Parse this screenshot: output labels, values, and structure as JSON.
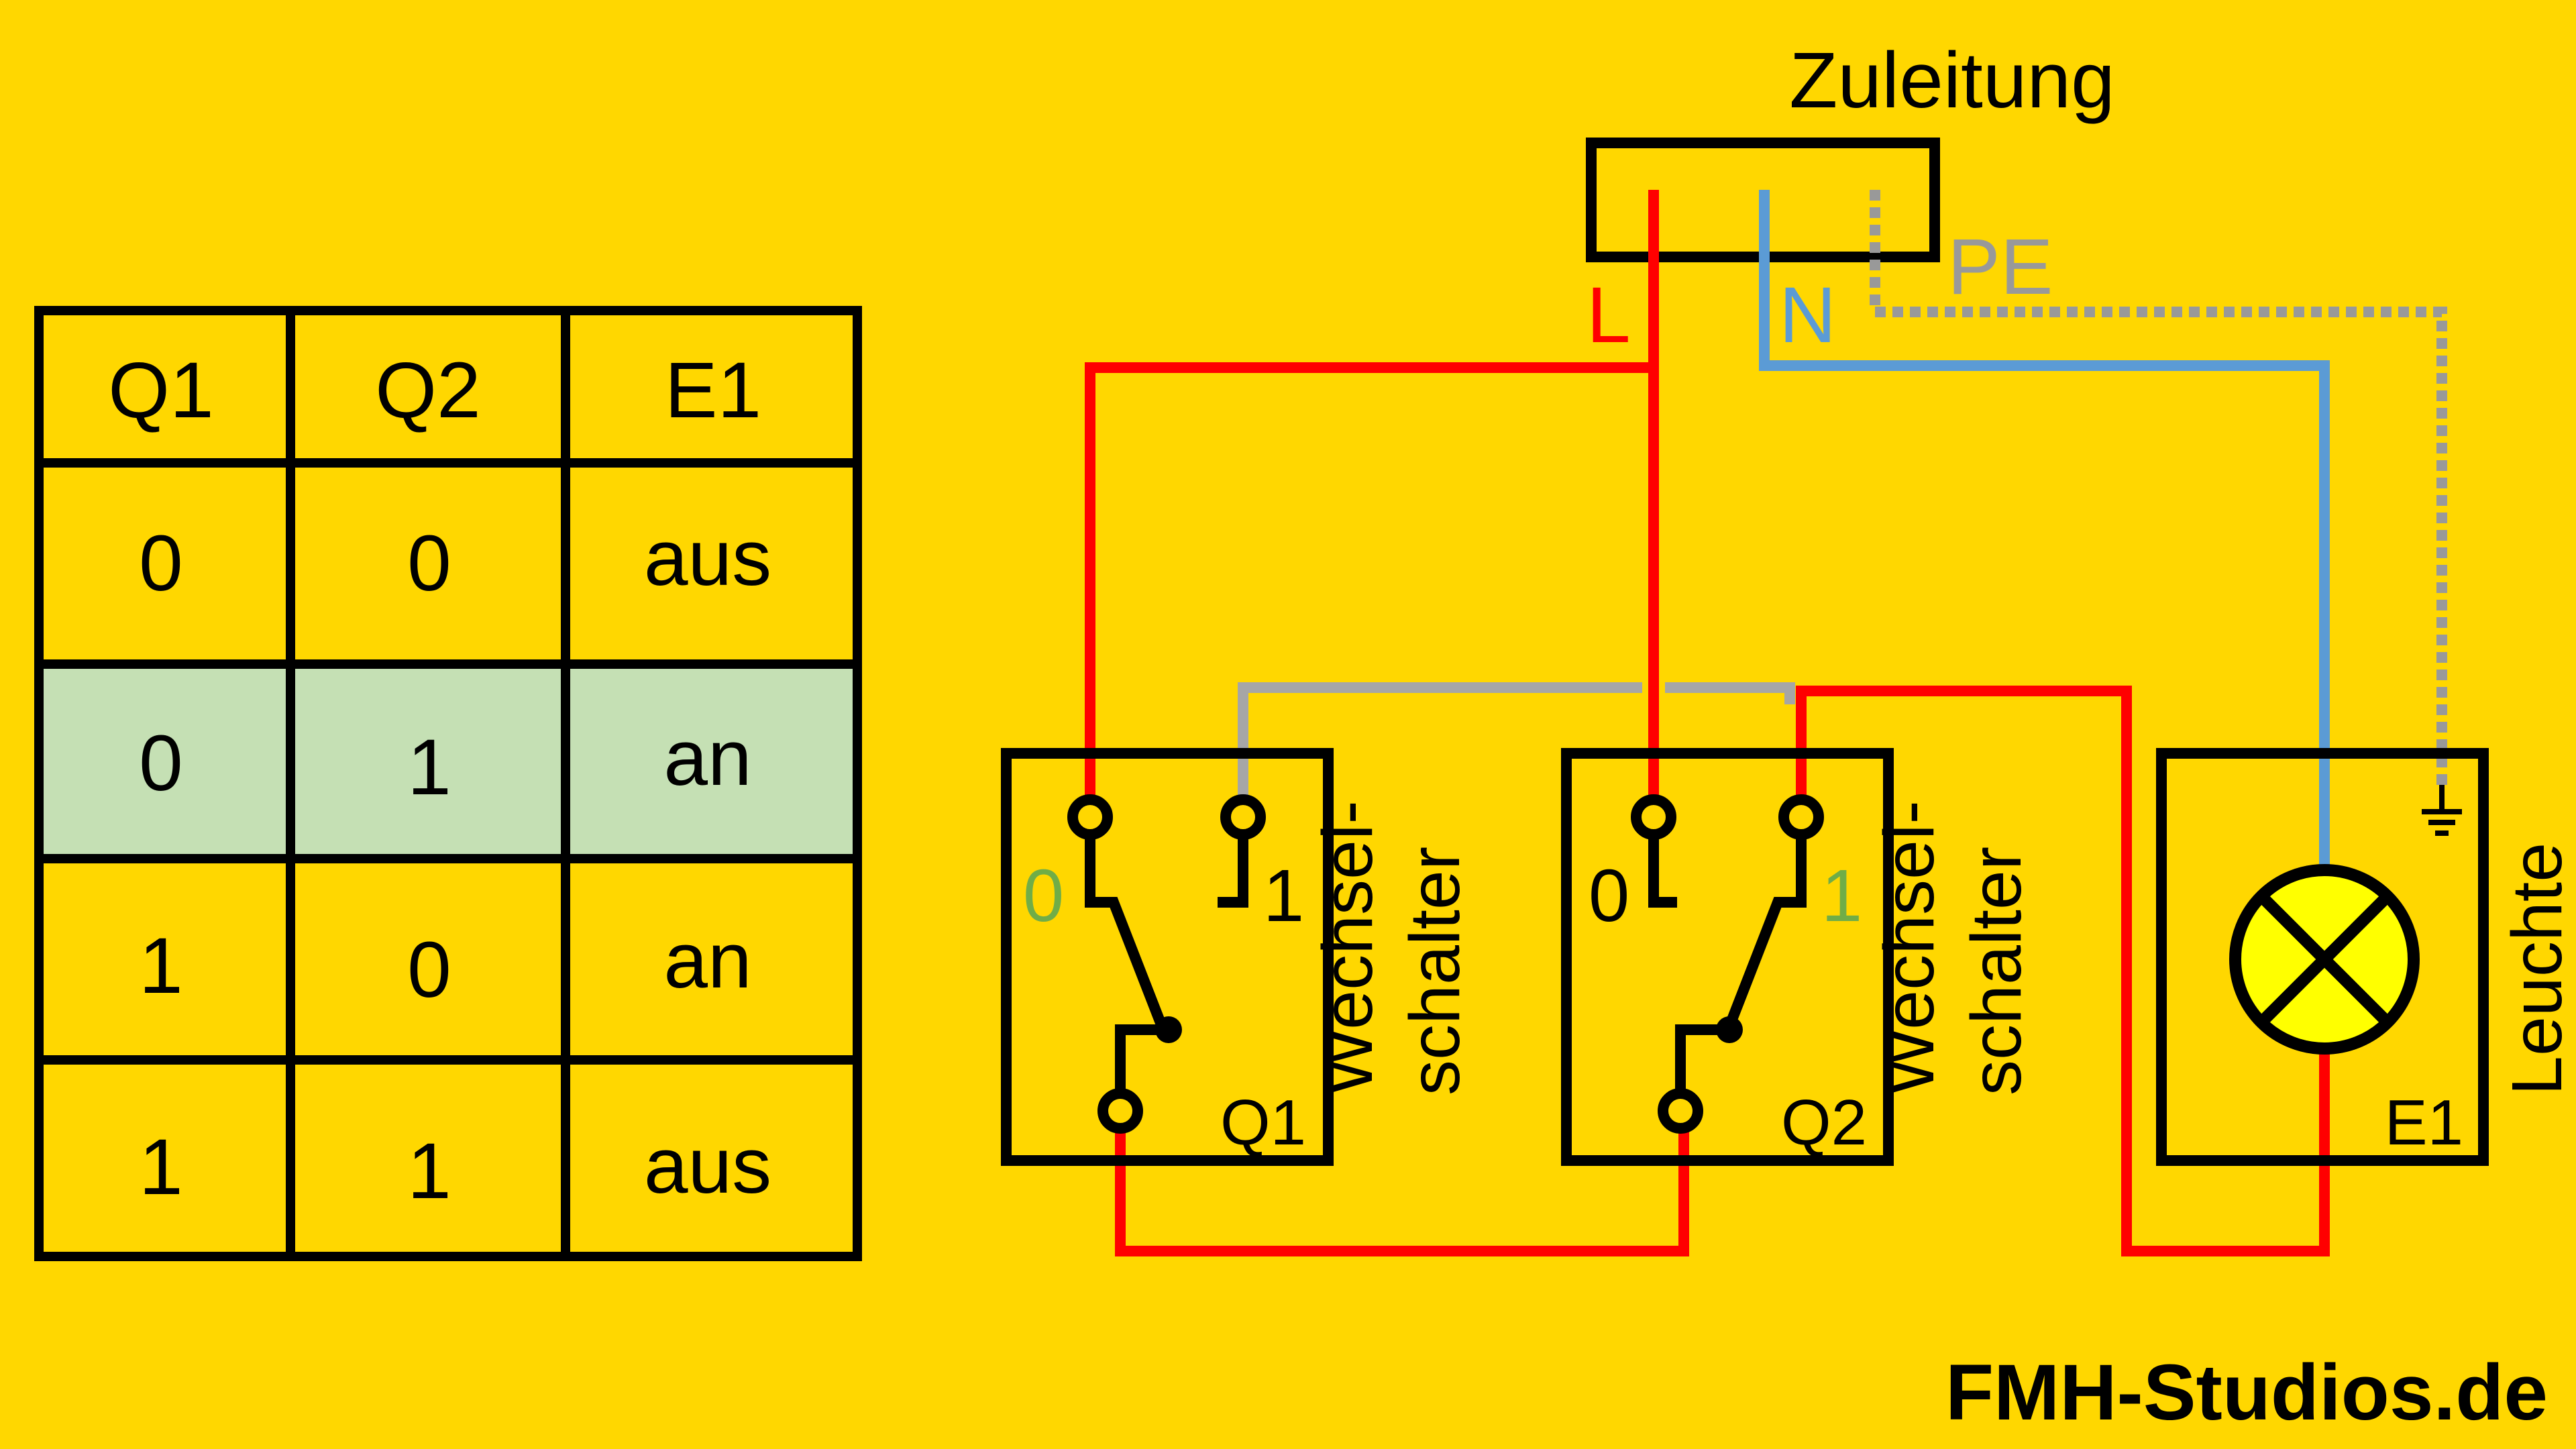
{
  "colors": {
    "background": "#FFD700",
    "line": "#FF0000",
    "neutral": "#5B9BD5",
    "earth": "#999999",
    "traveler": "#A6A6A6",
    "frame": "#000000",
    "highlight_row": "#C5E0B4",
    "green_label": "#70AD47",
    "lamp": "#FFFF00"
  },
  "table": {
    "headers": [
      "Q1",
      "Q2",
      "E1"
    ],
    "rows": [
      [
        "0",
        "0",
        "aus"
      ],
      [
        "0",
        "1",
        "an"
      ],
      [
        "1",
        "0",
        "an"
      ],
      [
        "1",
        "1",
        "aus"
      ]
    ],
    "highlighted_row": 1
  },
  "supply": {
    "title": "Zuleitung",
    "L": "L",
    "N": "N",
    "PE": "PE"
  },
  "switch1": {
    "tag": "Q1",
    "pos0": "0",
    "pos1": "1",
    "name_line1": "Wechsel-",
    "name_line2": "schalter"
  },
  "switch2": {
    "tag": "Q2",
    "pos0": "0",
    "pos1": "1",
    "name_line1": "Wechsel-",
    "name_line2": "schalter"
  },
  "lamp": {
    "tag": "E1",
    "name": "Leuchte"
  },
  "brand": "FMH-Studios.de"
}
